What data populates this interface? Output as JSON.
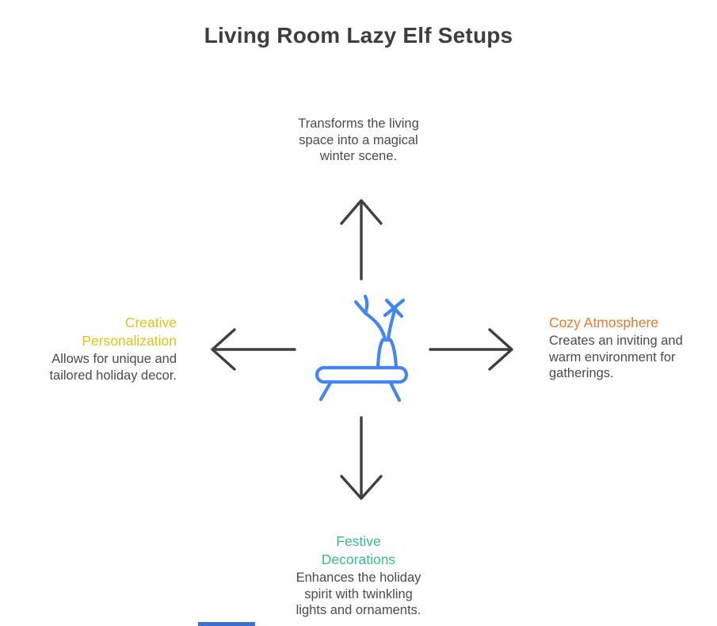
{
  "page": {
    "title": "Living Room Lazy Elf Setups",
    "title_color": "#3e3e3e",
    "background_color": "#ffffff"
  },
  "diagram": {
    "center_icon": "vase-with-branches-on-table-icon",
    "icon_color": "#4285f4",
    "arrow_color": "#3f3f3f",
    "body_text_color": "#4b4b4b",
    "accent_bar_color": "#3b70d1",
    "nodes": {
      "top": {
        "description": "Transforms the living\nspace into a magical\nwinter scene."
      },
      "left": {
        "title": "Creative\nPersonalization",
        "title_color": "#e4c116",
        "description": "Allows for unique and\ntailored holiday decor."
      },
      "right": {
        "title": "Cozy Atmosphere",
        "title_color": "#e07c2c",
        "description": "Creates an inviting and\nwarm environment for\ngatherings."
      },
      "bottom": {
        "title": "Festive\nDecorations",
        "title_color": "#34bd8c",
        "description": "Enhances the holiday\nspirit with twinkling\nlights and ornaments."
      }
    }
  }
}
